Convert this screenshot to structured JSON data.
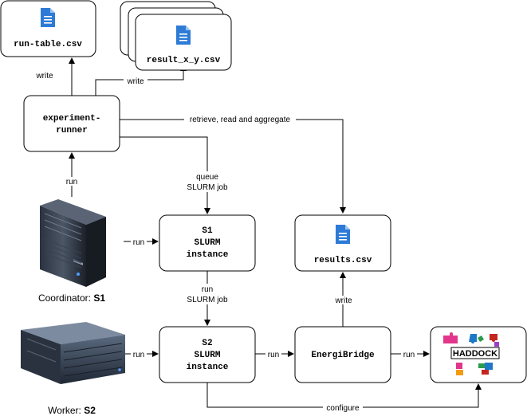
{
  "nodes": {
    "run_table": "run-table.csv",
    "result_xy": "result_x_y.csv",
    "experiment_runner": [
      "experiment-",
      "runner"
    ],
    "s1_instance": [
      "S1",
      "SLURM",
      "instance"
    ],
    "s2_instance": [
      "S2",
      "SLURM",
      "instance"
    ],
    "results": "results.csv",
    "energibridge": "EnergiBridge",
    "haddock_logo": "HADDOCK"
  },
  "captions": {
    "coordinator_prefix": "Coordinator: ",
    "coordinator_bold": "S1",
    "worker_prefix": "Worker: ",
    "worker_bold": "S2"
  },
  "edges": {
    "write_run_table": "write",
    "write_results": "write",
    "retrieve": "retrieve, read and aggregate",
    "queue": [
      "queue",
      "SLURM job"
    ],
    "run_coordinator": "run",
    "run_coord_s1": "run",
    "run_s1_s2": [
      "run",
      "SLURM job"
    ],
    "run_worker_s2": "run",
    "run_s2_eb": "run",
    "run_eb_haddock": "run",
    "write_eb_results": "write",
    "configure": "configure"
  },
  "icons": [
    "document-icon",
    "server-tower-icon",
    "rack-server-icon"
  ]
}
